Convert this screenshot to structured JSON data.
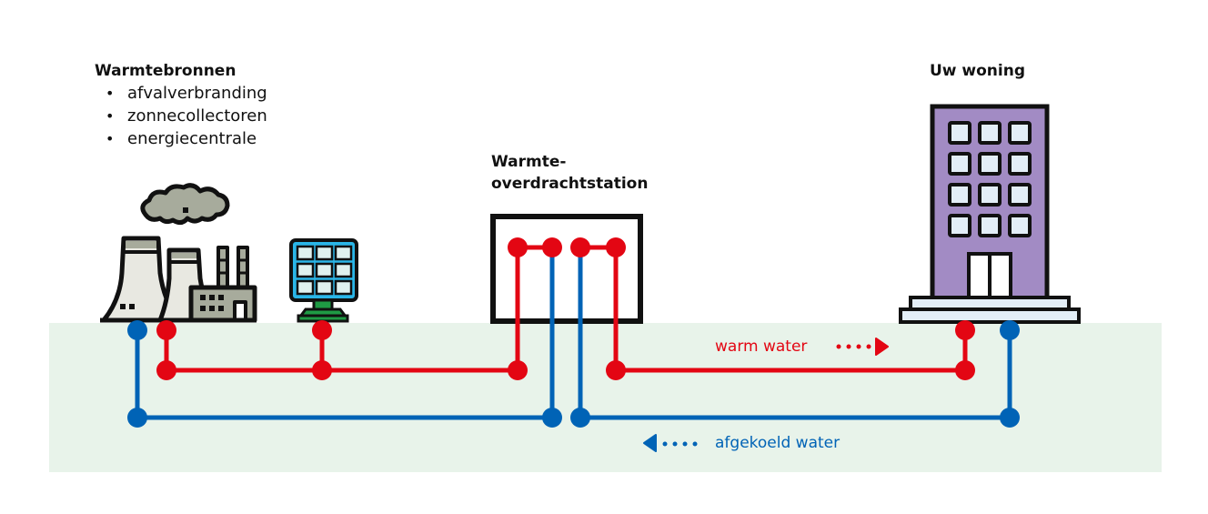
{
  "colors": {
    "warm": "#e30613",
    "cold": "#0063b6",
    "ground": "#e8f3ea",
    "outline": "#111111",
    "building": "#a28bc4",
    "window": "#e3eef7",
    "plant": "#e8e8e1",
    "plant_dark": "#a7ab9c",
    "solar_panel": "#2ab6e8",
    "solar_cell": "#dff1ef",
    "solar_stand": "#1f9a44"
  },
  "sources": {
    "title": "Warmtebronnen",
    "items": [
      "afvalverbranding",
      "zonnecollectoren",
      "energiecentrale"
    ]
  },
  "station": {
    "title_line1": "Warmte-",
    "title_line2": "overdrachtstation"
  },
  "home": {
    "title": "Uw woning"
  },
  "flows": {
    "warm_label": "warm water",
    "cold_label": "afgekoeld water"
  },
  "icons": {
    "power_plant": "power-plant-icon",
    "solar_panel": "solar-panel-icon",
    "building": "apartment-building-icon"
  }
}
